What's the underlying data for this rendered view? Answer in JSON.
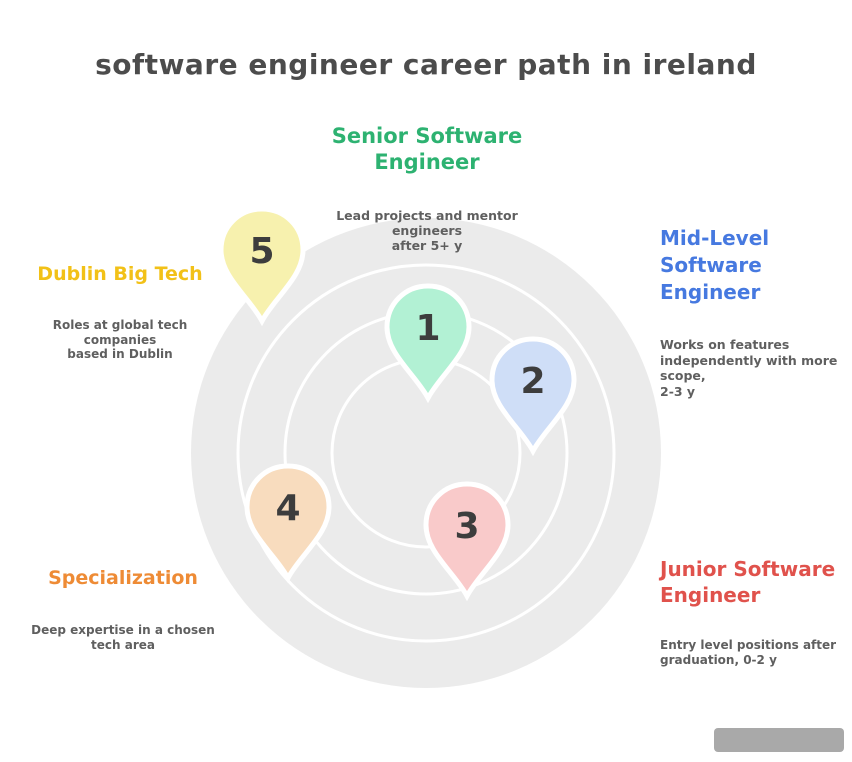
{
  "title": "software engineer career path in ireland",
  "pins": {
    "p1": {
      "number": "1",
      "fill": "#b2f1d4"
    },
    "p2": {
      "number": "2",
      "fill": "#cfdef7"
    },
    "p3": {
      "number": "3",
      "fill": "#f9caca"
    },
    "p4": {
      "number": "4",
      "fill": "#f8dcbe"
    },
    "p5": {
      "number": "5",
      "fill": "#f7f1ae"
    }
  },
  "labels": {
    "senior": {
      "heading": "Senior Software\nEngineer",
      "body": "Lead projects and mentor engineers\nafter 5+ y"
    },
    "mid": {
      "heading": "Mid-Level\nSoftware\nEngineer",
      "body": "Works on features\nindependently with more scope,\n2-3 y"
    },
    "dublin": {
      "heading": "Dublin Big Tech",
      "body": "Roles at global tech companies\nbased in Dublin"
    },
    "specialization": {
      "heading": "Specialization",
      "body": "Deep expertise in a chosen\ntech area"
    },
    "junior": {
      "heading": "Junior Software\nEngineer",
      "body": "Entry level positions after\ngraduation, 0-2 y"
    }
  },
  "colors": {
    "title": "#4c4c4c",
    "body_text": "#5f5f5f",
    "senior_green": "#2db271",
    "mid_blue": "#4679e0",
    "dublin_yellow": "#f2c117",
    "specialization_orange": "#ee8b35",
    "junior_red": "#e0524c",
    "circle_fill": "#ebebeb",
    "ring_stroke": "#ffffff"
  }
}
